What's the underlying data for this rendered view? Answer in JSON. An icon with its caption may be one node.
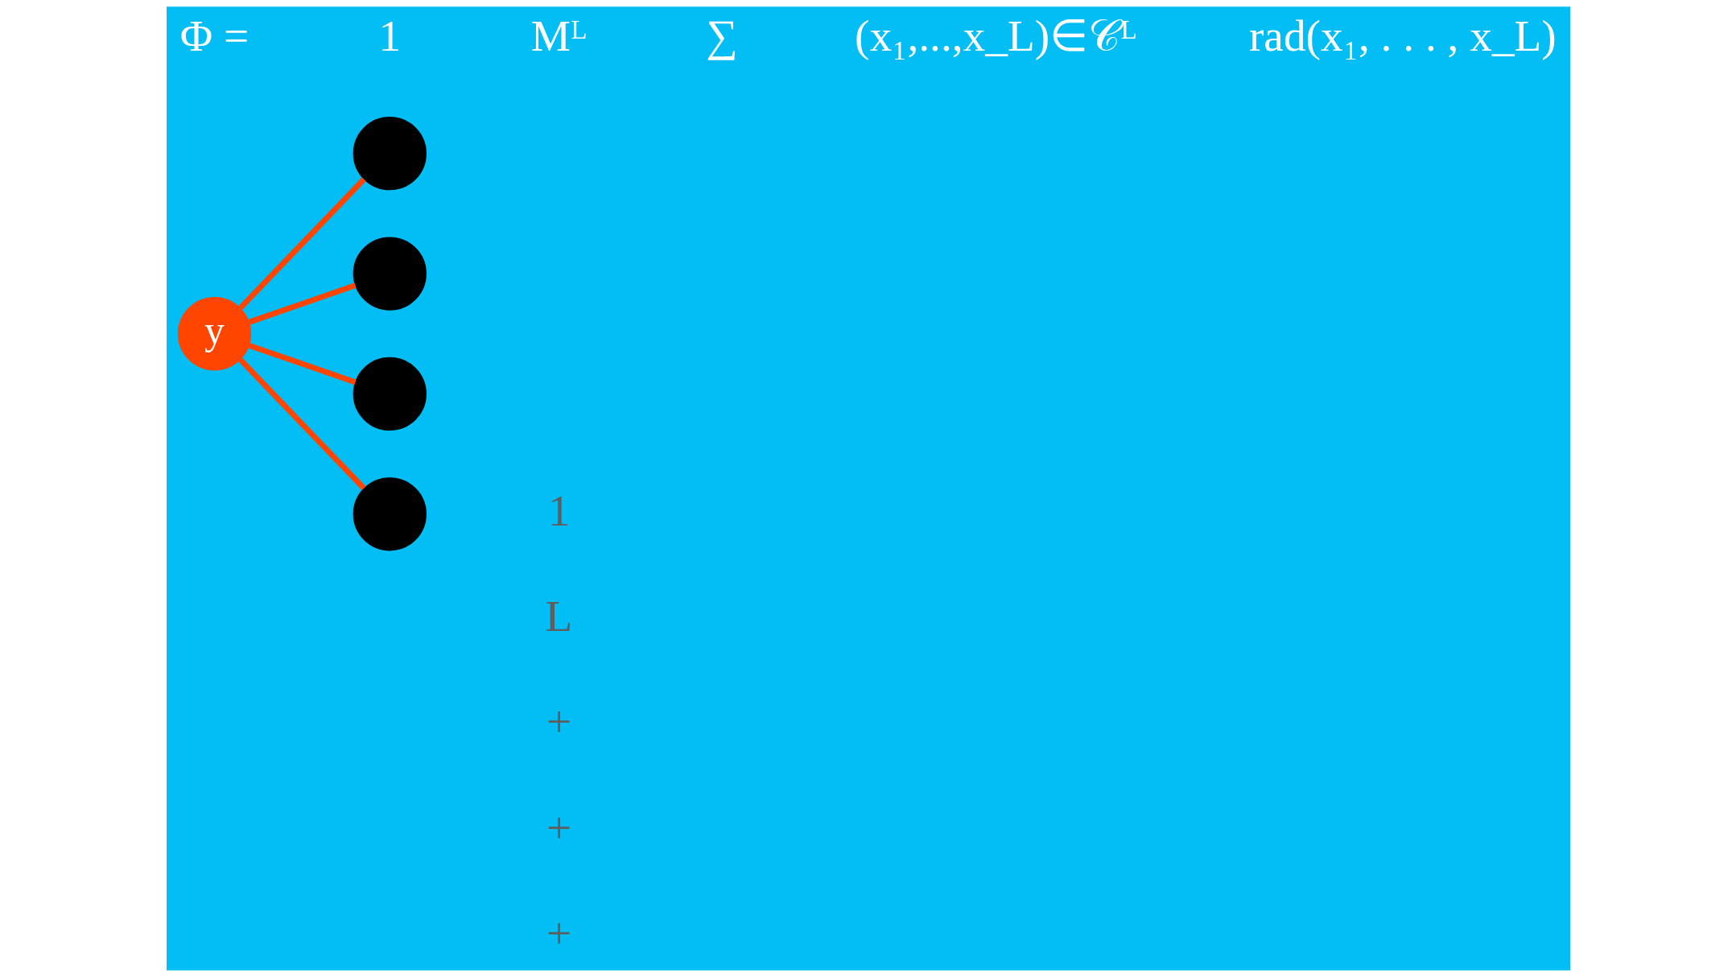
{
  "diagram": {
    "nodes": [
      {
        "text": [],
        "shape": "circle"
      },
      {
        "text": [],
        "shape": "circle"
      },
      {
        "text": [
          "y"
        ]
      },
      {
        "text": [],
        "shape": "circle"
      },
      {
        "text": [],
        "shape": "circle"
      }
    ],
    "edges": [
      {
        "from": 2,
        "to": 0,
        "arrow": "none"
      },
      {
        "from": 2,
        "to": 1,
        "arrow": "none"
      },
      {
        "from": 2,
        "to": 3,
        "arrow": "none"
      },
      {
        "from": 2,
        "to": 4,
        "arrow": "none"
      }
    ],
    "labels": [
      "1",
      "L",
      "+",
      "+",
      "+",
      "Φ =",
      "1",
      "Mᴸ",
      "∑",
      "(x₁,...,x_L)∈𝒞ᴸ",
      "rad(x₁, . . . , x_L)"
    ]
  }
}
